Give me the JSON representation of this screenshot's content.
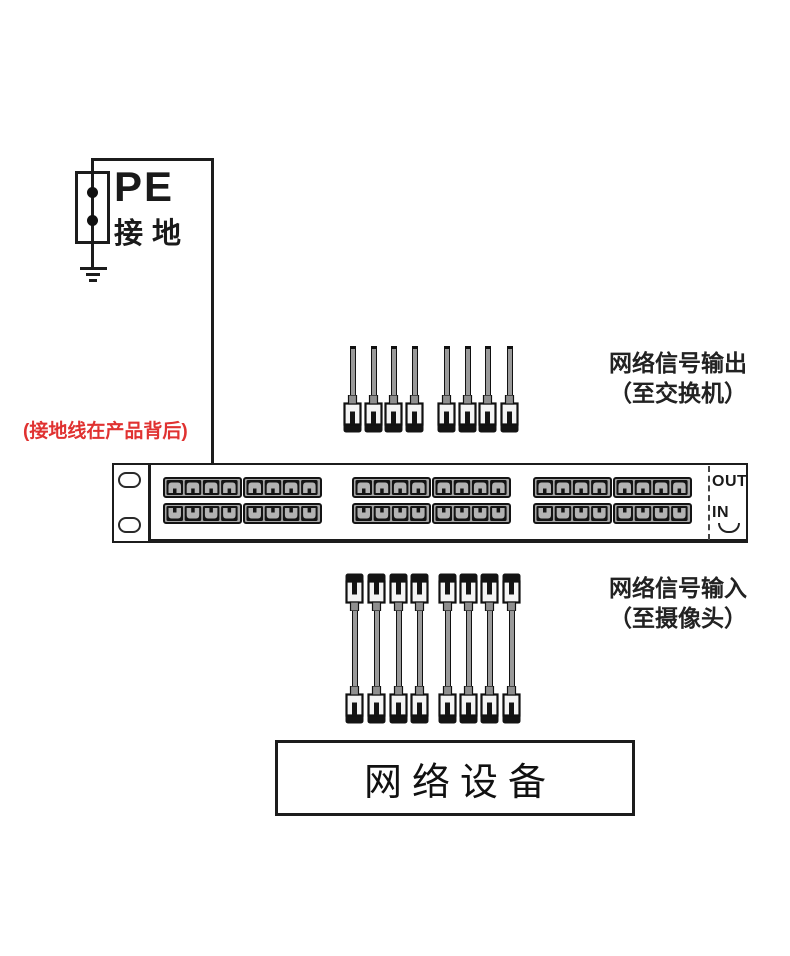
{
  "diagram_title": "network-surge-protector-wiring-diagram",
  "ground_assembly": {
    "pe_label": "PE",
    "ground_label": "接地"
  },
  "note": {
    "text": "(接地线在产品背后)",
    "color": "#e03231"
  },
  "panel": {
    "out_label": "OUT",
    "in_label": "IN",
    "blocks": 6,
    "ports_per_block": 4,
    "rows": 2
  },
  "output_cables": {
    "count": 8,
    "label_line1": "网络信号输出",
    "label_line2": "（至交换机）"
  },
  "input_cables": {
    "count": 8,
    "label_line1": "网络信号输入",
    "label_line2": "（至摄像头）"
  },
  "device_box": {
    "label": "网络设备"
  },
  "colors": {
    "line": "#1c1c1c",
    "port_fill": "#a6a6a6",
    "note_red": "#e03231"
  }
}
